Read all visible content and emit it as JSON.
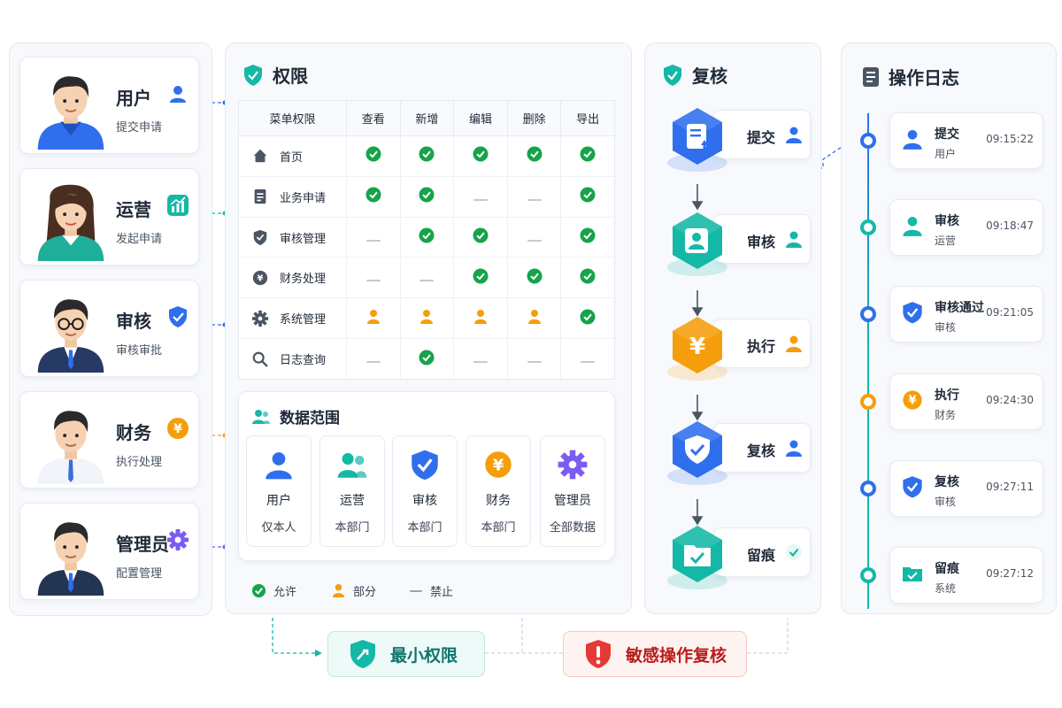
{
  "roles": [
    {
      "name": "用户",
      "desc": "提交申请",
      "icon": "user-icon",
      "color": "#2f6fed"
    },
    {
      "name": "运营",
      "desc": "发起申请",
      "icon": "chart-icon",
      "color": "#14b8a6"
    },
    {
      "name": "审核",
      "desc": "审核审批",
      "icon": "shield-check-icon",
      "color": "#2f6fed"
    },
    {
      "name": "财务",
      "desc": "执行处理",
      "icon": "yen-icon",
      "color": "#f59e0b"
    },
    {
      "name": "管理员",
      "desc": "配置管理",
      "icon": "gear-icon",
      "color": "#7c5cf0"
    }
  ],
  "permissions": {
    "title": "权限",
    "columns": [
      "菜单权限",
      "查看",
      "新增",
      "编辑",
      "删除",
      "导出"
    ],
    "rows": [
      {
        "menu": "首页",
        "icon": "home-icon",
        "cells": [
          "allow",
          "allow",
          "allow",
          "allow",
          "allow"
        ]
      },
      {
        "menu": "业务申请",
        "icon": "document-icon",
        "cells": [
          "allow",
          "allow",
          "deny",
          "deny",
          "allow"
        ]
      },
      {
        "menu": "审核管理",
        "icon": "shield-icon",
        "cells": [
          "deny",
          "allow",
          "allow",
          "deny",
          "allow"
        ]
      },
      {
        "menu": "财务处理",
        "icon": "yen-icon",
        "cells": [
          "deny",
          "deny",
          "allow",
          "allow",
          "allow"
        ]
      },
      {
        "menu": "系统管理",
        "icon": "gear-icon",
        "cells": [
          "partial",
          "partial",
          "partial",
          "partial",
          "allow"
        ]
      },
      {
        "menu": "日志查询",
        "icon": "search-icon",
        "cells": [
          "deny",
          "allow",
          "deny",
          "deny",
          "deny"
        ]
      }
    ]
  },
  "data_scope": {
    "title": "数据范围",
    "items": [
      {
        "role": "用户",
        "scope": "仅本人",
        "icon": "user-icon"
      },
      {
        "role": "运营",
        "scope": "本部门",
        "icon": "users-icon"
      },
      {
        "role": "审核",
        "scope": "本部门",
        "icon": "shield-check-icon"
      },
      {
        "role": "财务",
        "scope": "本部门",
        "icon": "yen-icon"
      },
      {
        "role": "管理员",
        "scope": "全部数据",
        "icon": "gear-icon"
      }
    ]
  },
  "legend": {
    "allow": "允许",
    "partial": "部分",
    "deny": "禁止"
  },
  "review": {
    "title": "复核",
    "steps": [
      {
        "name": "提交",
        "icon": "document-upload-icon",
        "color": "#2f6fed"
      },
      {
        "name": "审核",
        "icon": "user-badge-icon",
        "color": "#14b8a6"
      },
      {
        "name": "执行",
        "icon": "yen-icon",
        "color": "#f59e0b"
      },
      {
        "name": "复核",
        "icon": "shield-check-icon",
        "color": "#2f6fed"
      },
      {
        "name": "留痕",
        "icon": "folder-check-icon",
        "color": "#14b8a6"
      }
    ]
  },
  "log": {
    "title": "操作日志",
    "entries": [
      {
        "action": "提交",
        "role": "用户",
        "time": "09:15:22",
        "color": "#2f6fed"
      },
      {
        "action": "审核",
        "role": "运营",
        "time": "09:18:47",
        "color": "#14b8a6"
      },
      {
        "action": "审核通过",
        "role": "审核",
        "time": "09:21:05",
        "color": "#2f6fed"
      },
      {
        "action": "执行",
        "role": "财务",
        "time": "09:24:30",
        "color": "#f59e0b"
      },
      {
        "action": "复核",
        "role": "审核",
        "time": "09:27:11",
        "color": "#2f6fed"
      },
      {
        "action": "留痕",
        "role": "系统",
        "time": "09:27:12",
        "color": "#14b8a6"
      }
    ]
  },
  "badges": {
    "least_privilege": "最小权限",
    "sensitive_review": "敏感操作复核"
  },
  "colors": {
    "blue": "#2f6fed",
    "green": "#16a34a",
    "teal": "#14b8a6",
    "orange": "#f59e0b",
    "red": "#e53935",
    "purple": "#7c5cf0"
  }
}
